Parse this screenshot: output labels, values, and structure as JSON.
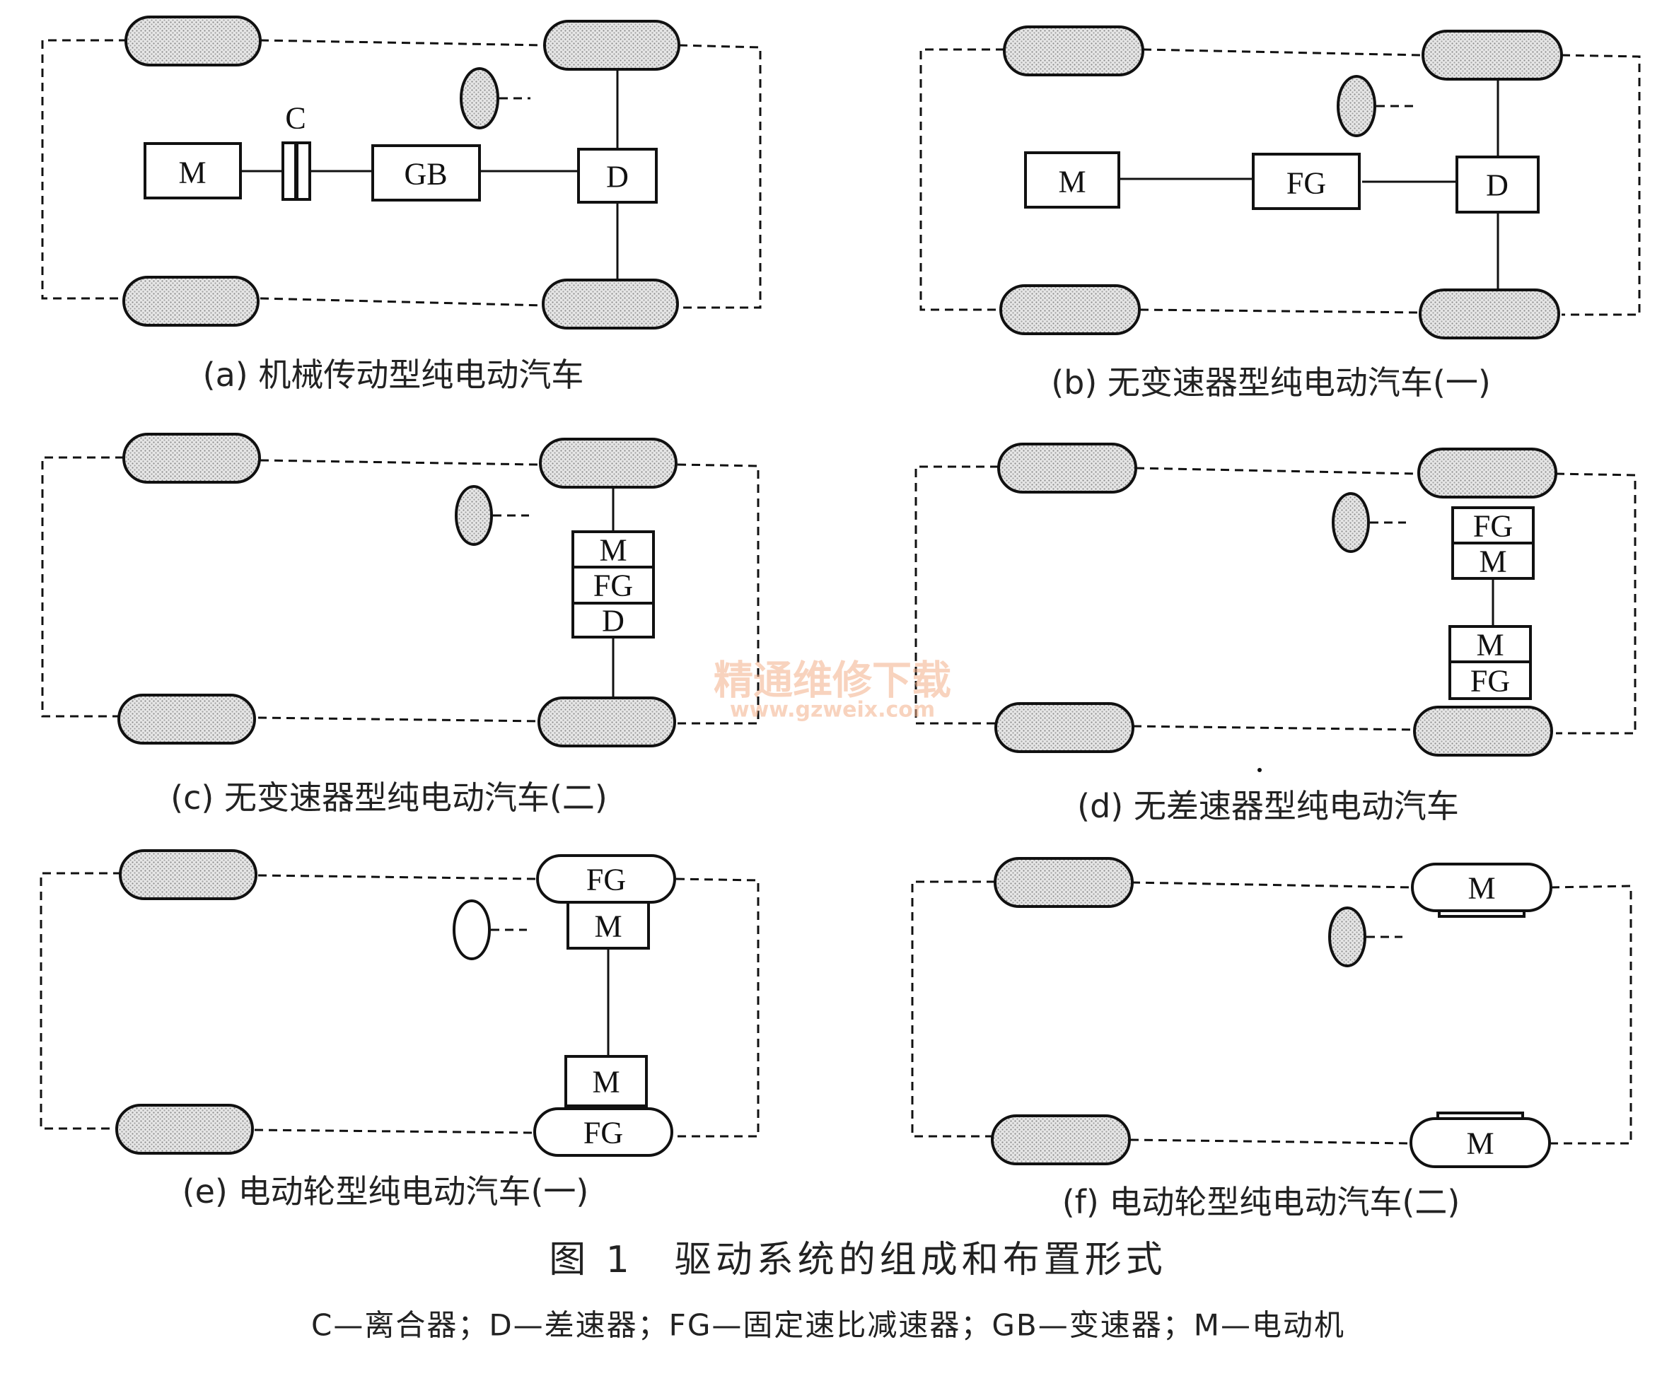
{
  "panels": {
    "a": {
      "caption": "(a) 机械传动型纯电动汽车",
      "motor": "M",
      "clutch": "C",
      "gearbox": "GB",
      "differential": "D"
    },
    "b": {
      "caption": "(b) 无变速器型纯电动汽车(一)",
      "motor": "M",
      "reducer": "FG",
      "differential": "D"
    },
    "c": {
      "caption": "(c) 无变速器型纯电动汽车(二)",
      "motor": "M",
      "reducer": "FG",
      "differential": "D"
    },
    "d": {
      "caption": "(d) 无差速器型纯电动汽车",
      "top_reducer": "FG",
      "top_motor": "M",
      "bottom_motor": "M",
      "bottom_reducer": "FG"
    },
    "e": {
      "caption": "(e) 电动轮型纯电动汽车(一)",
      "top_reducer": "FG",
      "top_motor": "M",
      "bottom_motor": "M",
      "bottom_reducer": "FG"
    },
    "f": {
      "caption": "(f) 电动轮型纯电动汽车(二)",
      "top_motor": "M",
      "bottom_motor": "M"
    }
  },
  "figure": {
    "title": "图 1　驱动系统的组成和布置形式",
    "legend": "C—离合器；D—差速器；FG—固定速比减速器；GB—变速器；M—电动机"
  },
  "watermark": {
    "text": "精通维修下载",
    "url": "www.gzweix.com"
  },
  "colors": {
    "ink": "#111111",
    "watermark": "#f4b08a"
  }
}
